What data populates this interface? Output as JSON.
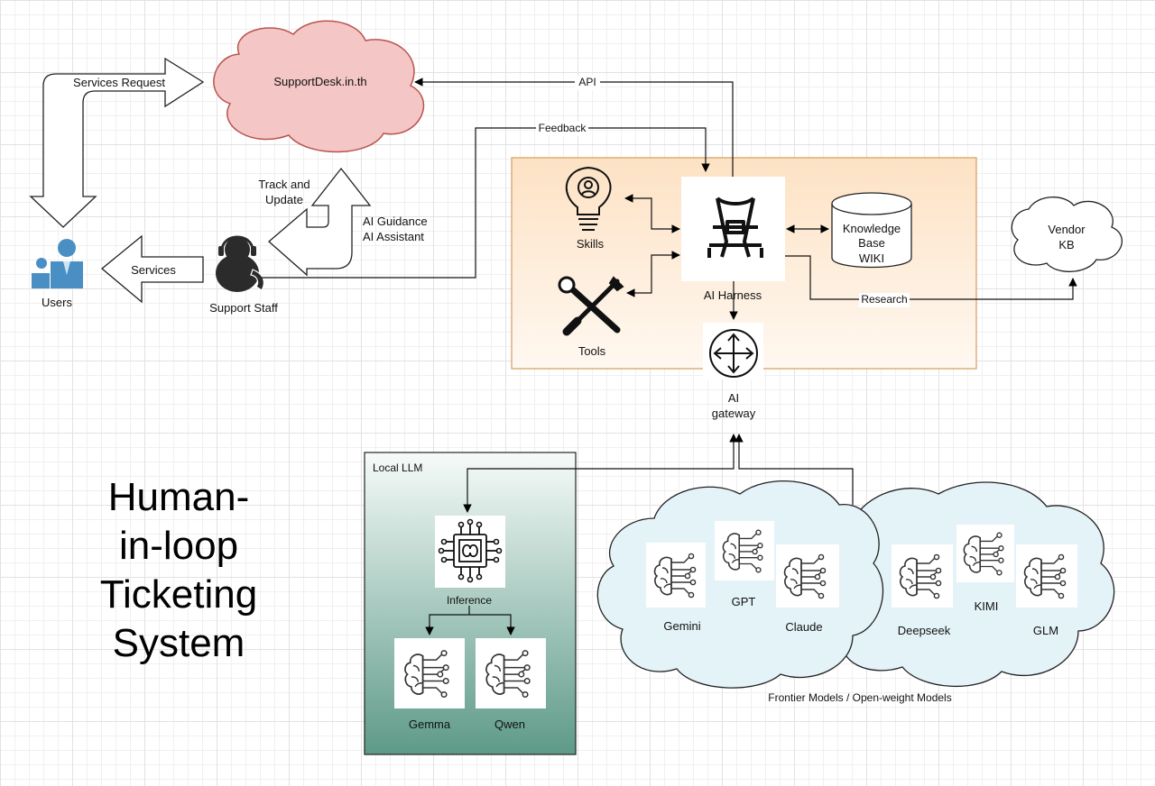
{
  "title": "Human-\nin-loop\nTicketing\nSystem",
  "nodes": {
    "supportdesk": "SupportDesk.in.th",
    "users": "Users",
    "support_staff": "Support Staff",
    "skills": "Skills",
    "tools": "Tools",
    "ai_harness": "AI Harness",
    "knowledge_base": "Knowledge\nBase\nWIKI",
    "vendor_kb": "Vendor\nKB",
    "ai_gateway": "AI\ngateway",
    "local_llm": "Local LLM",
    "inference": "Inference",
    "gemma": "Gemma",
    "qwen": "Qwen",
    "gemini": "Gemini",
    "gpt": "GPT",
    "claude": "Claude",
    "deepseek": "Deepseek",
    "kimi": "KIMI",
    "glm": "GLM"
  },
  "edges": {
    "services_request": "Services Request",
    "services": "Services",
    "track_update": "Track and\nUpdate",
    "ai_guidance": "AI Guidance\nAI Assistant",
    "api": "API",
    "feedback": "Feedback",
    "research": "Research"
  },
  "footer": "Frontier Models / Open-weight Models",
  "colors": {
    "cloud_pink": "#f4c6c6",
    "harness_panel": "#fde7d0",
    "vendor_cloud": "#ffffff",
    "model_cloud": "#e4f3f8",
    "local_llm_top": "#f6fbf9",
    "local_llm_bottom": "#5e9a88",
    "users_blue": "#4a8fc4"
  }
}
